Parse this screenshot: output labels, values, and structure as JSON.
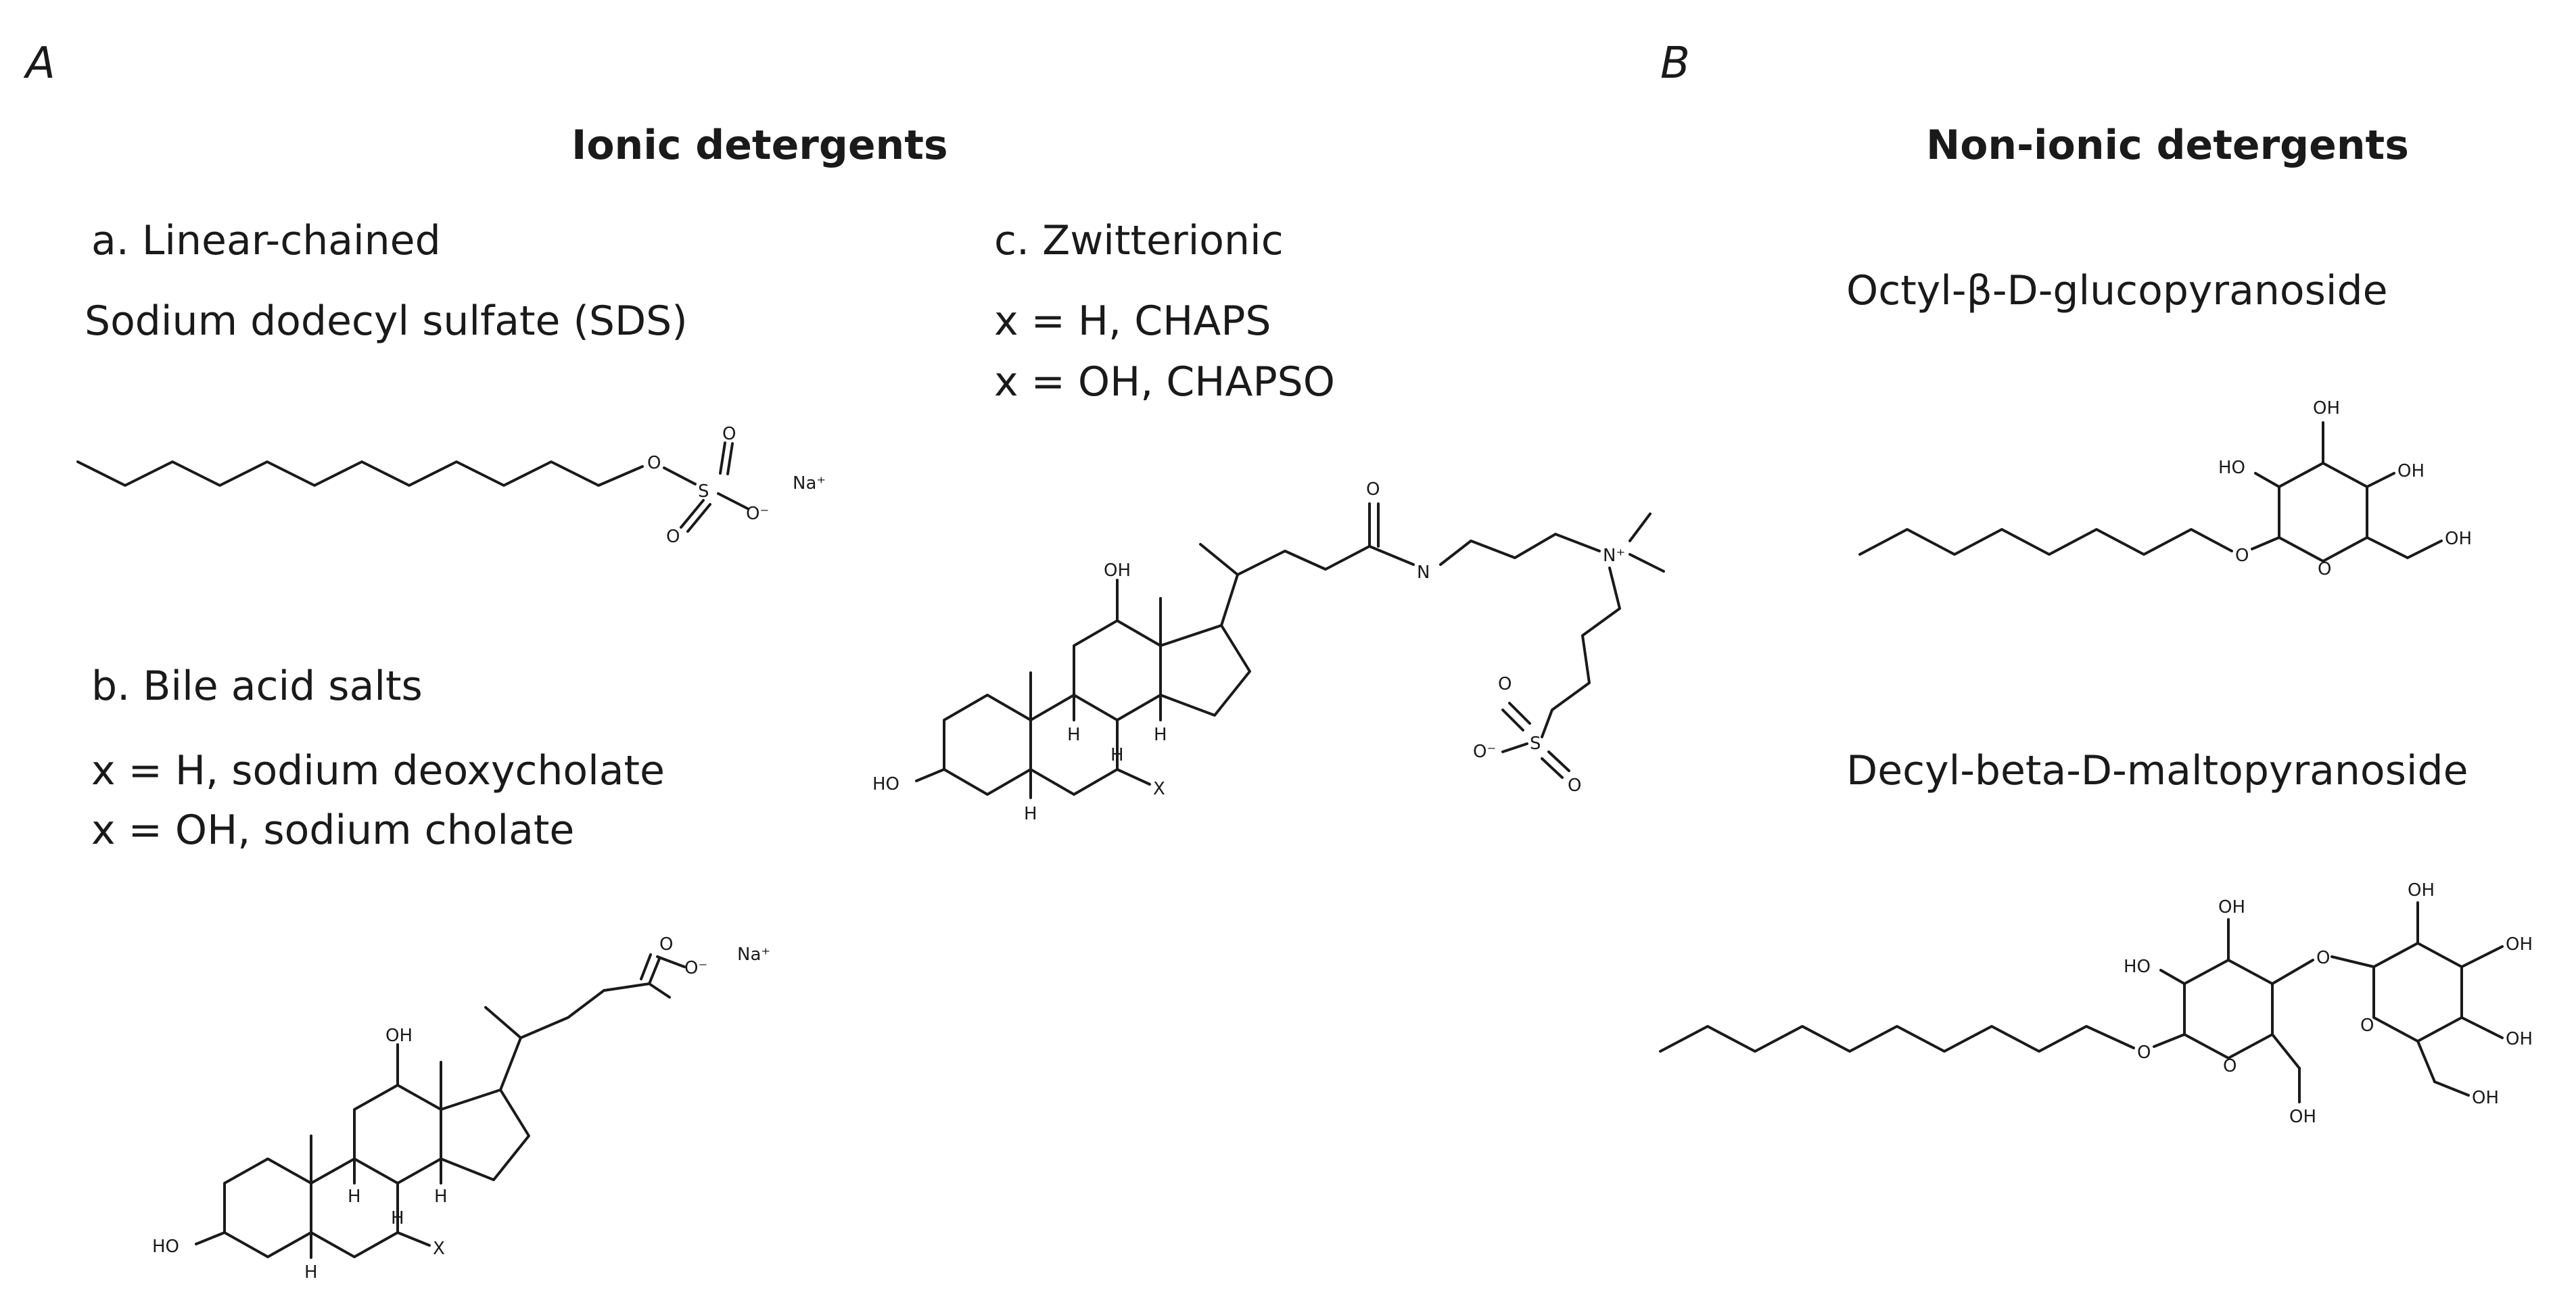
{
  "panels": {
    "A": {
      "letter": "A",
      "title": "Ionic detergents",
      "a_heading": "a. Linear-chained",
      "a_name": "Sodium dodecyl sulfate (SDS)",
      "b_heading": "b. Bile acid salts",
      "b_line1": "x = H, sodium deoxycholate",
      "b_line2": "x = OH, sodium cholate",
      "c_heading": "c. Zwitterionic",
      "c_line1": "x = H, CHAPS",
      "c_line2": "x = OH, CHAPSO"
    },
    "B": {
      "letter": "B",
      "title": "Non-ionic detergents",
      "name1": "Octyl-β-D-glucopyranoside",
      "name2": "Decyl-beta-D-maltopyranoside"
    }
  },
  "structure_labels": {
    "O": "O",
    "S": "S",
    "O_minus": "O⁻",
    "Na_plus": "Na⁺",
    "OH": "OH",
    "HO": "HO",
    "H": "H",
    "X": "X",
    "N": "N",
    "N_plus": "N⁺"
  }
}
